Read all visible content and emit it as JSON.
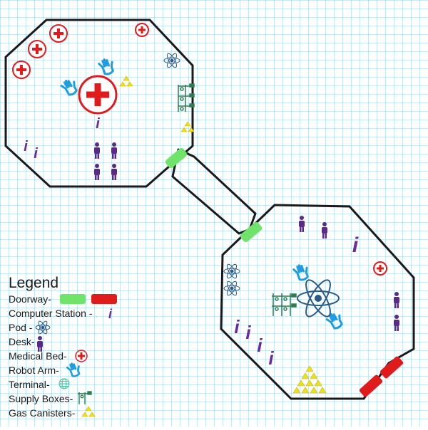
{
  "legend": {
    "title": "Legend",
    "items": [
      {
        "key": "doorway",
        "label": "Doorway-"
      },
      {
        "key": "computer_station",
        "label": "Computer Station -"
      },
      {
        "key": "pod",
        "label": "Pod -"
      },
      {
        "key": "desk",
        "label": "Desk-"
      },
      {
        "key": "medical_bed",
        "label": "Medical Bed-"
      },
      {
        "key": "robot_arm",
        "label": "Robot Arm-"
      },
      {
        "key": "terminal",
        "label": "Terminal-"
      },
      {
        "key": "supply_boxes",
        "label": "Supply Boxes-"
      },
      {
        "key": "gas_canisters",
        "label": "Gas Canisters-"
      }
    ]
  },
  "icons": {
    "doorway": "door-icon",
    "computer_station": "computer-station-icon",
    "pod": "atom-pod-icon",
    "desk": "person-desk-icon",
    "medical_bed": "medical-cross-icon",
    "robot_arm": "hand-icon",
    "terminal": "globe-terminal-icon",
    "supply_boxes": "tool-rack-icon",
    "gas_canisters": "triangle-cluster-icon"
  },
  "colors": {
    "grid": "#6ec3e6",
    "wall": "#1a1a1a",
    "door_open": "#6fe36a",
    "door_closed": "#e01b1b",
    "computer": "#6a2a9a",
    "pod": "#2a5a8a",
    "desk": "#5a2a8a",
    "medical": "#e01b1b",
    "robot_arm": "#1e9de0",
    "terminal": "#3fbf8f",
    "supply": "#2e7d4f",
    "gas": "#f0e01a"
  }
}
